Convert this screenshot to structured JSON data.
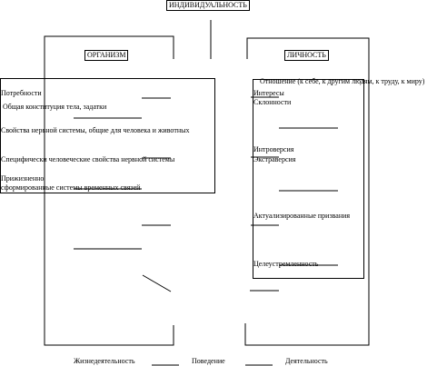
{
  "title": "ИНДИВИДУАЛЬНОСТЬ",
  "left": {
    "heading": "ОРГАНИЗМ",
    "items": [
      "Потребности",
      "Общая конституция тела, задатки",
      "Свойства нервной системы, общие для человека и животных",
      "Специфически человеческие свойства нервной системы",
      "Прижизненно",
      "сформированные системы временных связей"
    ]
  },
  "right": {
    "heading": "ЛИЧНОСТЬ",
    "relation": "Отношение (к себе, к другим людям, к труду, к миру)",
    "items": [
      "Интересы",
      "Склонности",
      "Интроверсия",
      "Экстраверсия",
      "Актуализированные призвания",
      "Целеустремленность"
    ]
  },
  "bottom": {
    "life": "Жизнедеятельность",
    "behavior": "Поведение",
    "activity": "Деятельность"
  }
}
